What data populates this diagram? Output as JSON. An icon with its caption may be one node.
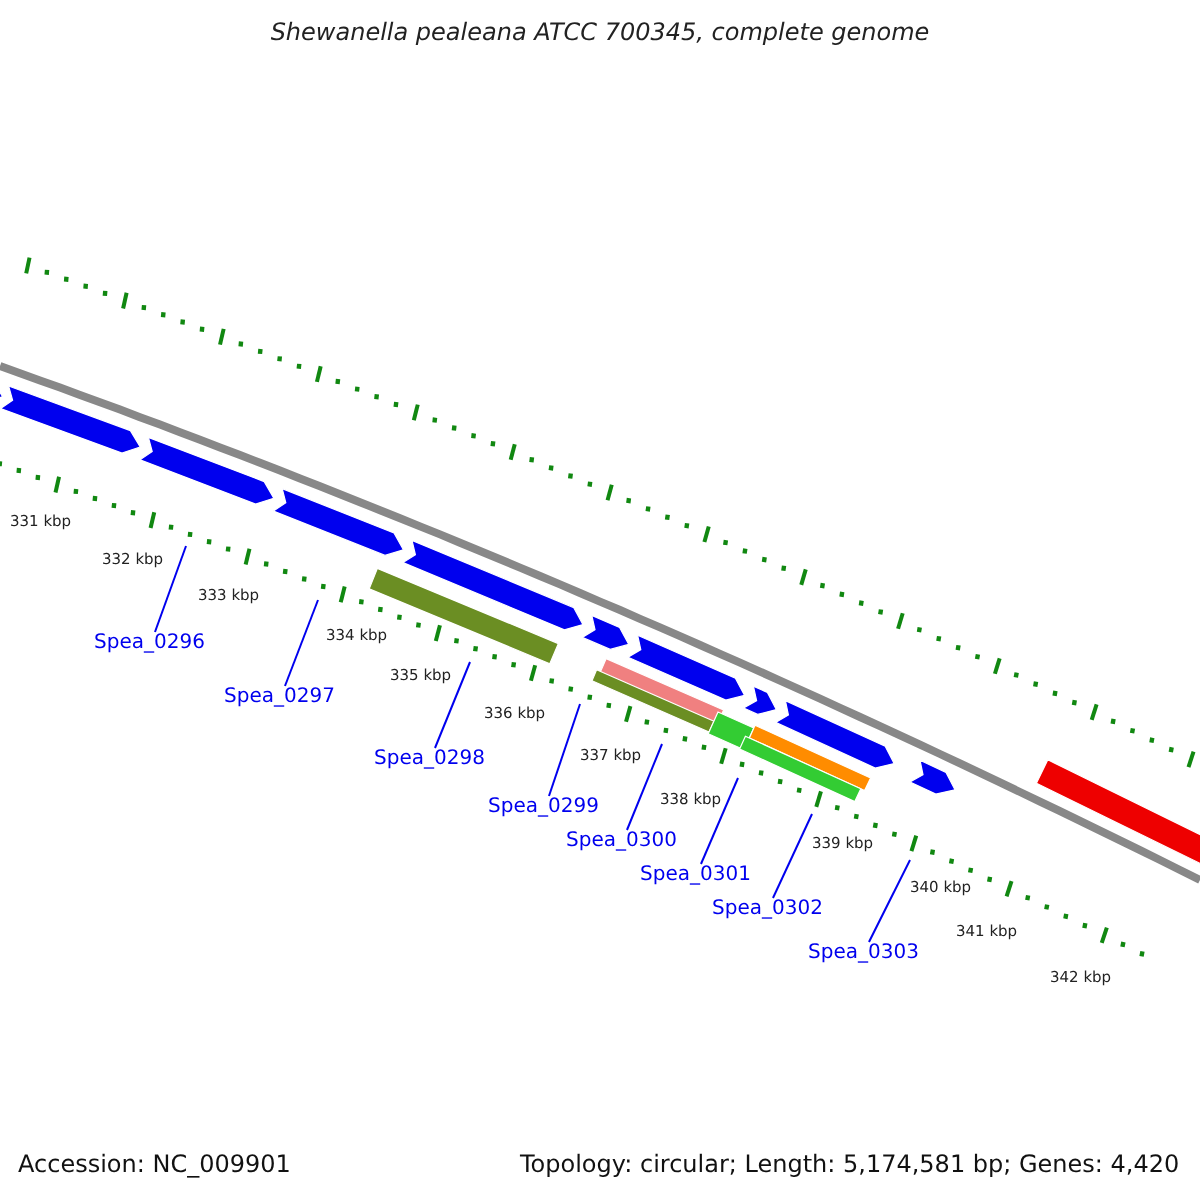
{
  "diagram": {
    "title": "Shewanella pealeana ATCC 700345, complete genome",
    "nodes": [
      {
        "text": [
          "Spea_0296"
        ]
      },
      {
        "text": [
          "Spea_0297"
        ]
      },
      {
        "text": [
          "Spea_0298"
        ]
      },
      {
        "text": [
          "Spea_0299"
        ]
      },
      {
        "text": [
          "Spea_0300"
        ]
      },
      {
        "text": [
          "Spea_0301"
        ]
      },
      {
        "text": [
          "Spea_0302"
        ]
      },
      {
        "text": [
          "Spea_0303"
        ]
      }
    ],
    "edges": [
      {
        "from": 0,
        "to": null,
        "arrow": "none"
      },
      {
        "from": 1,
        "to": null,
        "arrow": "none"
      },
      {
        "from": 2,
        "to": null,
        "arrow": "none"
      },
      {
        "from": 3,
        "to": null,
        "arrow": "none"
      },
      {
        "from": 4,
        "to": null,
        "arrow": "none"
      },
      {
        "from": 5,
        "to": null,
        "arrow": "none"
      },
      {
        "from": 6,
        "to": null,
        "arrow": "none"
      },
      {
        "from": 7,
        "to": null,
        "arrow": "none"
      }
    ],
    "labels": [
      "331 kbp",
      "332 kbp",
      "333 kbp",
      "334 kbp",
      "335 kbp",
      "336 kbp",
      "337 kbp",
      "338 kbp",
      "339 kbp",
      "340 kbp",
      "341 kbp",
      "342 kbp",
      "Accession: NC_009901",
      "Topology: circular; Length: 5,174,581 bp; Genes: 4,420"
    ]
  }
}
